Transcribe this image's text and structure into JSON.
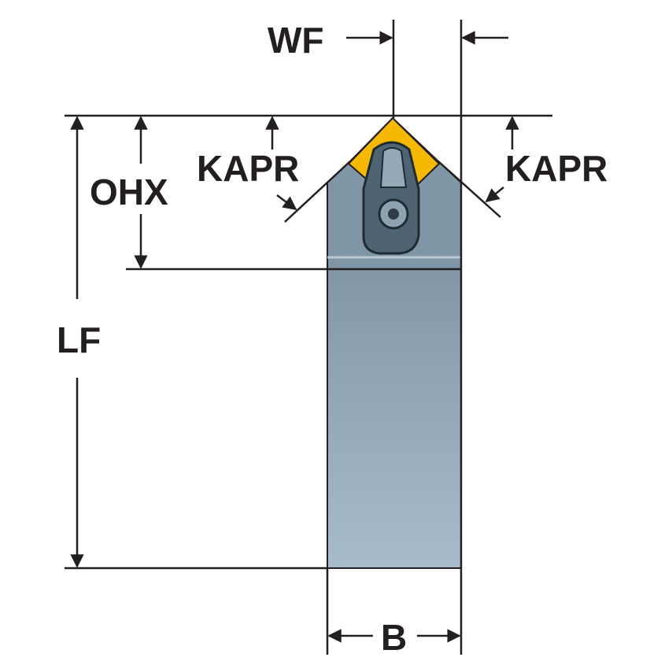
{
  "labels": {
    "wf": "WF",
    "ohx": "OHX",
    "lf": "LF",
    "kapr_left": "KAPR",
    "kapr_right": "KAPR",
    "b": "B"
  },
  "colors": {
    "line": "#231f20",
    "shank_light": "#a3b8c6",
    "shank_mid": "#8ea4b3",
    "head": "#7f96a6",
    "insert": "#f7b800",
    "clamp": "#4f6473",
    "clamp_dark": "#2e3c47"
  }
}
